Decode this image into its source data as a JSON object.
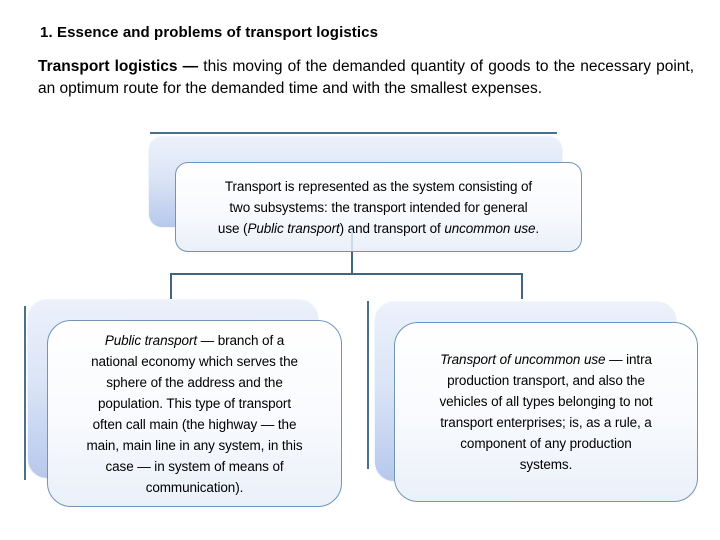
{
  "title": "1. Essence and problems of transport logistics",
  "intro": {
    "term": "Transport logistics — ",
    "body": "this moving of the demanded quantity of goods to the necessary point, an optimum route for the demanded time and with the smallest expenses."
  },
  "diagram": {
    "root": {
      "lines": [
        "Transport is represented as the system consisting of",
        "two subsystems: the transport intended for general"
      ],
      "l3_pre": "use (",
      "l3_it1": "Public transport",
      "l3_mid": ") and transport of ",
      "l3_it2": "uncommon use",
      "l3_end": "."
    },
    "left": {
      "lead_italic": "Public transport",
      "lead_rest": " — branch of a",
      "lines": [
        "national economy which serves the",
        "sphere of the address and the",
        "population. This type of transport",
        "often call main (the highway — the",
        "main, main line in any system, in this",
        "case — in system of means of",
        "communication)."
      ]
    },
    "right": {
      "lead_italic": "Transport of uncommon use",
      "lead_rest": " — intra",
      "lines": [
        "production transport, and also the",
        "vehicles of all types belonging to not",
        "transport enterprises; is, as a rule, a",
        "component of any production",
        "systems."
      ]
    }
  },
  "colors": {
    "box_border": "#7095b6",
    "connector": "#3f6580",
    "accent_line": "#4a708c",
    "shadow_gradient_top": "#ecf1fb",
    "shadow_gradient_bottom": "#b7c8ec",
    "box_fill_top": "#ffffff",
    "box_fill_bottom": "#eaf0f9",
    "text": "#000000",
    "background": "#ffffff"
  }
}
